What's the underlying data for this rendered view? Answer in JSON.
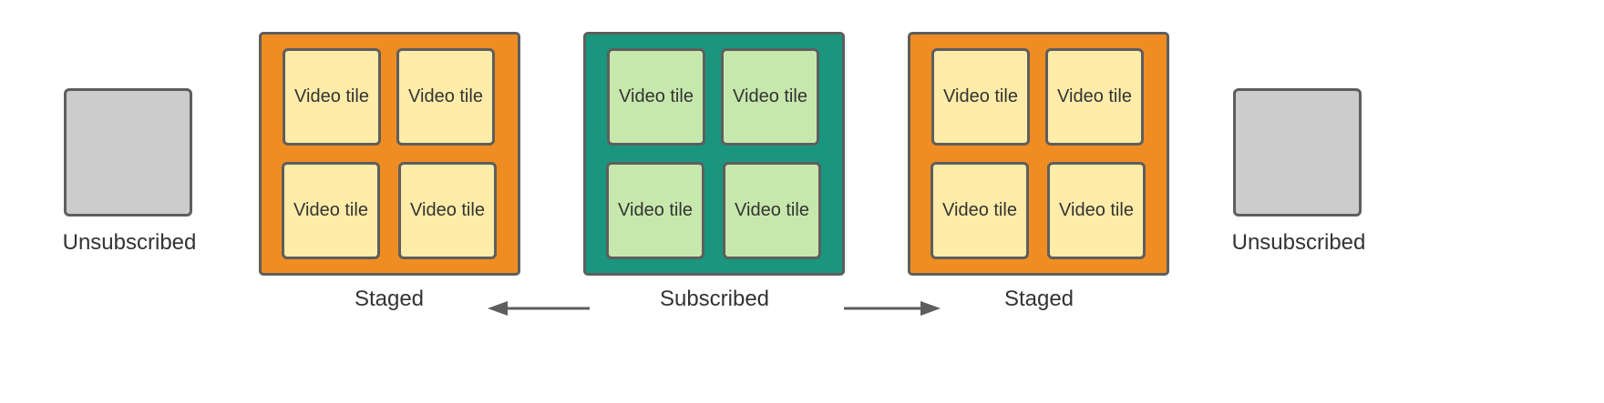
{
  "colors": {
    "unsubscribed_fill": "#cccccc",
    "staged_fill": "#ef8d22",
    "staged_tile_fill": "#ffeca9",
    "subscribed_fill": "#19967d",
    "subscribed_tile_fill": "#c7e8ac",
    "border": "#5e5e5e",
    "arrow": "#5e5e5e"
  },
  "left_unsubscribed": {
    "label": "Unsubscribed"
  },
  "left_staged": {
    "label": "Staged",
    "tiles": [
      "Video tile",
      "Video tile",
      "Video tile",
      "Video tile"
    ]
  },
  "subscribed": {
    "label": "Subscribed",
    "tiles": [
      "Video tile",
      "Video tile",
      "Video tile",
      "Video tile"
    ]
  },
  "right_staged": {
    "label": "Staged",
    "tiles": [
      "Video tile",
      "Video tile",
      "Video tile",
      "Video tile"
    ]
  },
  "right_unsubscribed": {
    "label": "Unsubscribed"
  }
}
